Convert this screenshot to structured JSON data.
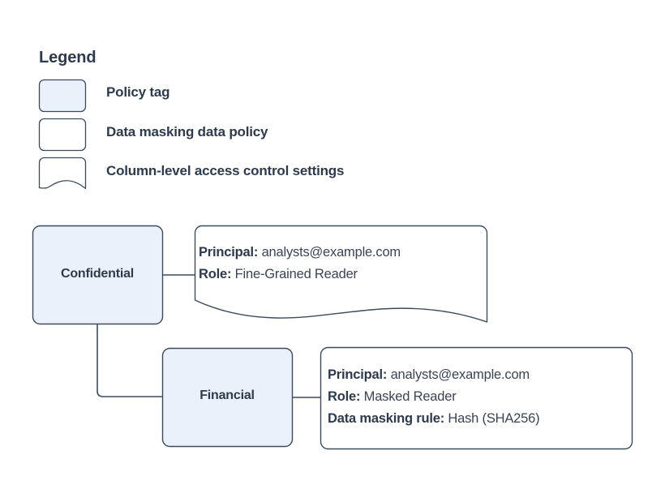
{
  "diagram": {
    "colors": {
      "policy_tag_fill": "#eaf1fb",
      "box_fill": "#ffffff",
      "stroke": "#3d4a5c",
      "text": "#2f3a4a"
    },
    "legend": {
      "title": "Legend",
      "items": [
        {
          "label": "Policy tag",
          "swatch": "rounded-rect-filled",
          "icon_name": "policy-tag-swatch-icon"
        },
        {
          "label": "Data masking data policy",
          "swatch": "rounded-rect",
          "icon_name": "data-masking-policy-swatch-icon"
        },
        {
          "label": "Column-level access control settings",
          "swatch": "wavy-bottom-rect",
          "icon_name": "access-control-swatch-icon"
        }
      ]
    },
    "nodes": [
      {
        "id": "confidential",
        "label": "Confidential",
        "type": "policy-tag"
      },
      {
        "id": "financial",
        "label": "Financial",
        "type": "policy-tag"
      }
    ],
    "callouts": [
      {
        "id": "confidential-access-control",
        "shape": "wavy-bottom-rect",
        "attached_to": "confidential",
        "rows": [
          {
            "key": "Principal:",
            "value": "analysts@example.com"
          },
          {
            "key": "Role:",
            "value": "Fine-Grained Reader"
          }
        ]
      },
      {
        "id": "financial-data-masking-policy",
        "shape": "rounded-rect",
        "attached_to": "financial",
        "rows": [
          {
            "key": "Principal:",
            "value": "analysts@example.com"
          },
          {
            "key": "Role:",
            "value": "Masked Reader"
          },
          {
            "key": "Data masking rule:",
            "value": "Hash (SHA256)"
          }
        ]
      }
    ],
    "connectors": [
      {
        "id": "confidential-to-callout",
        "from": "confidential",
        "to": "confidential-access-control"
      },
      {
        "id": "confidential-to-financial",
        "from": "confidential",
        "to": "financial"
      },
      {
        "id": "financial-to-callout",
        "from": "financial",
        "to": "financial-data-masking-policy"
      }
    ]
  }
}
